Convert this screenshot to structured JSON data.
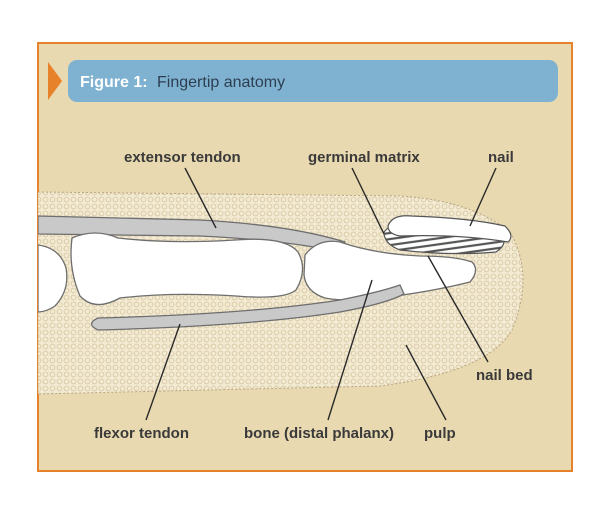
{
  "figure": {
    "title_prefix": "Figure 1:",
    "title_text": "Fingertip anatomy"
  },
  "labels": {
    "extensor_tendon": "extensor tendon",
    "germinal_matrix": "germinal matrix",
    "nail": "nail",
    "nail_bed": "nail bed",
    "flexor_tendon": "flexor tendon",
    "bone": "bone (distal phalanx)",
    "pulp": "pulp"
  },
  "colors": {
    "frame_border": "#e8822a",
    "background": "#e9d9b0",
    "title_bar": "#7fb2d1",
    "title_arrow": "#e8822a",
    "tissue": "#f2e8d0",
    "bone": "#ffffff",
    "tendon": "#c9c9c9",
    "outline": "#6e6e6e"
  }
}
